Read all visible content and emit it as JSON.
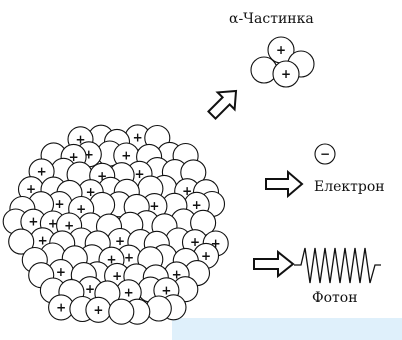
{
  "labels": {
    "alpha": "α-Частинка",
    "electron": "Електрон",
    "photon": "Фотон"
  },
  "symbols": {
    "proton": "+",
    "electron": "−"
  },
  "colors": {
    "ink": "#111111",
    "highlight": "#dff0fb"
  }
}
